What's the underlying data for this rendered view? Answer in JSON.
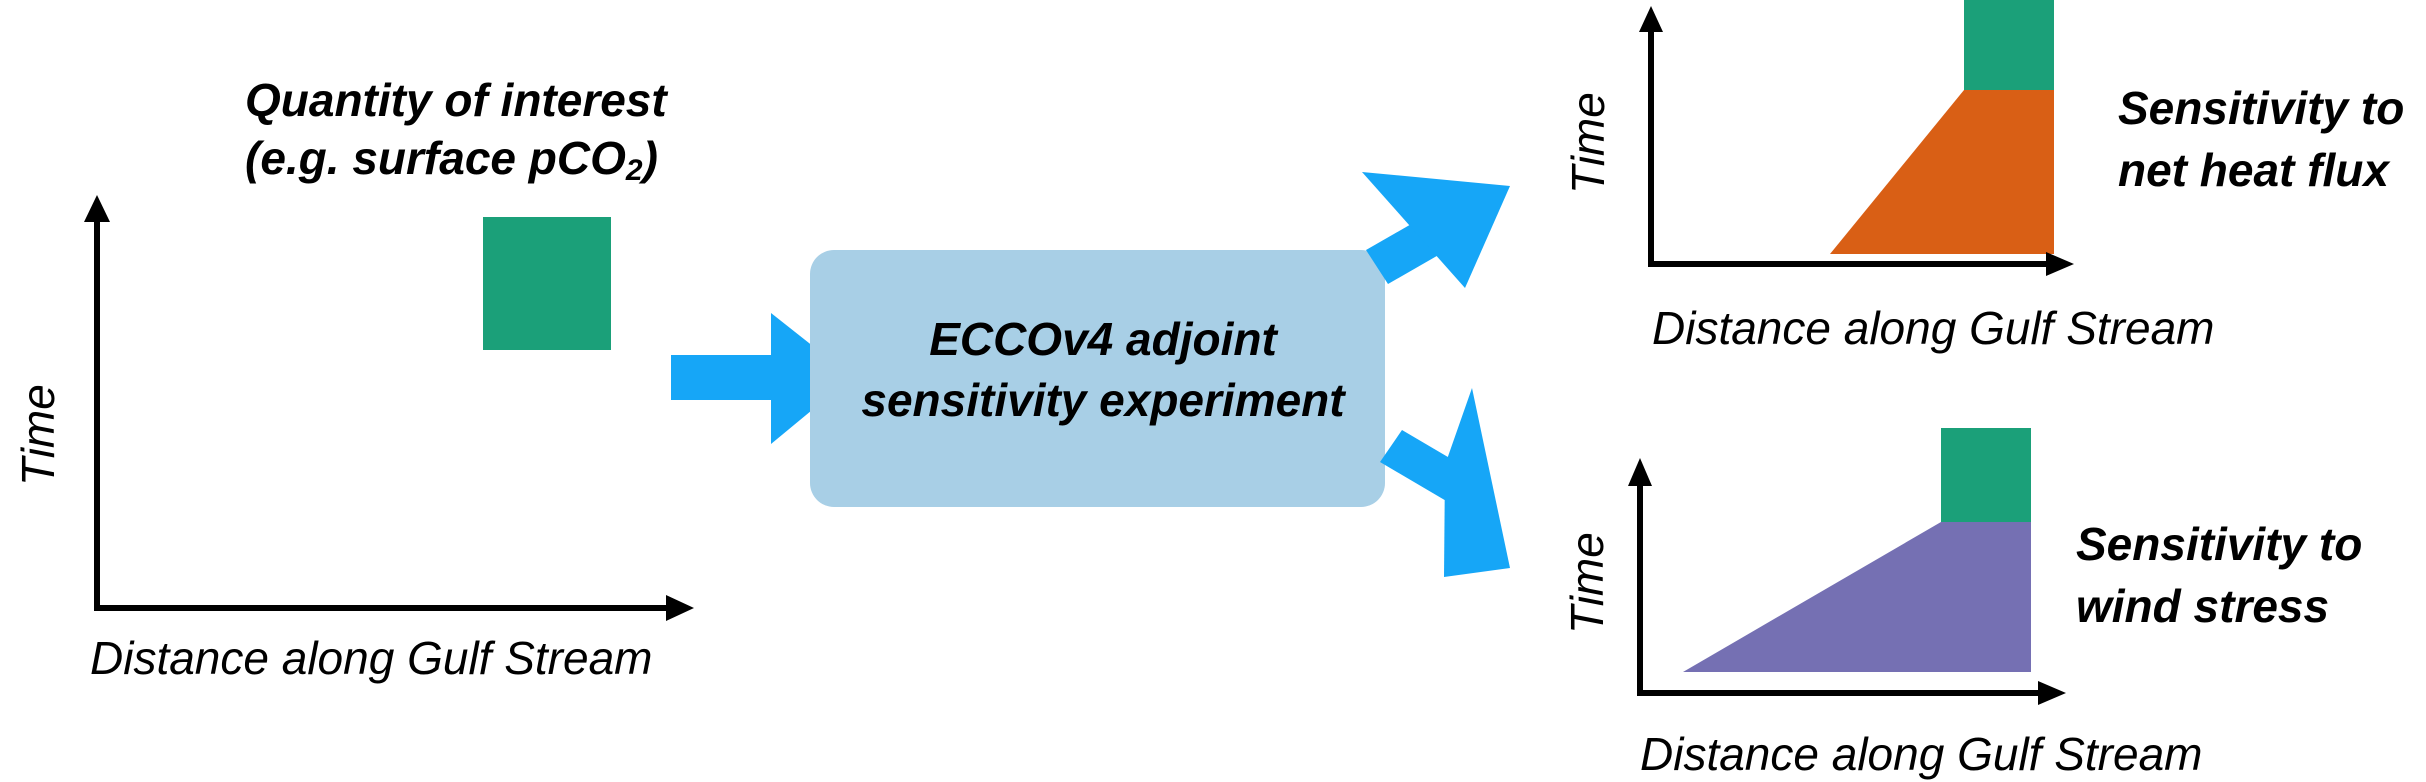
{
  "input_panel": {
    "title_line1": "Quantity of interest",
    "title_line2": "(e.g. surface pCO",
    "title_sub": "2",
    "title_close": ")",
    "y_label": "Time",
    "x_label": "Distance along Gulf Stream"
  },
  "center_box": {
    "line1": "ECCOv4 adjoint",
    "line2": "sensitivity experiment"
  },
  "output_top": {
    "title_line1": "Sensitivity to",
    "title_line2": "net heat flux",
    "y_label": "Time",
    "x_label": "Distance along Gulf Stream"
  },
  "output_bottom": {
    "title_line1": "Sensitivity to",
    "title_line2": "wind stress",
    "y_label": "Time",
    "x_label": "Distance along Gulf Stream"
  },
  "colors": {
    "quantity_green": "#1ba079",
    "heat_flux_orange": "#d95f15",
    "wind_stress_purple": "#7570b3",
    "arrow_blue": "#16a6f7",
    "box_fill": "#a8cfe6",
    "axis": "#000000"
  }
}
